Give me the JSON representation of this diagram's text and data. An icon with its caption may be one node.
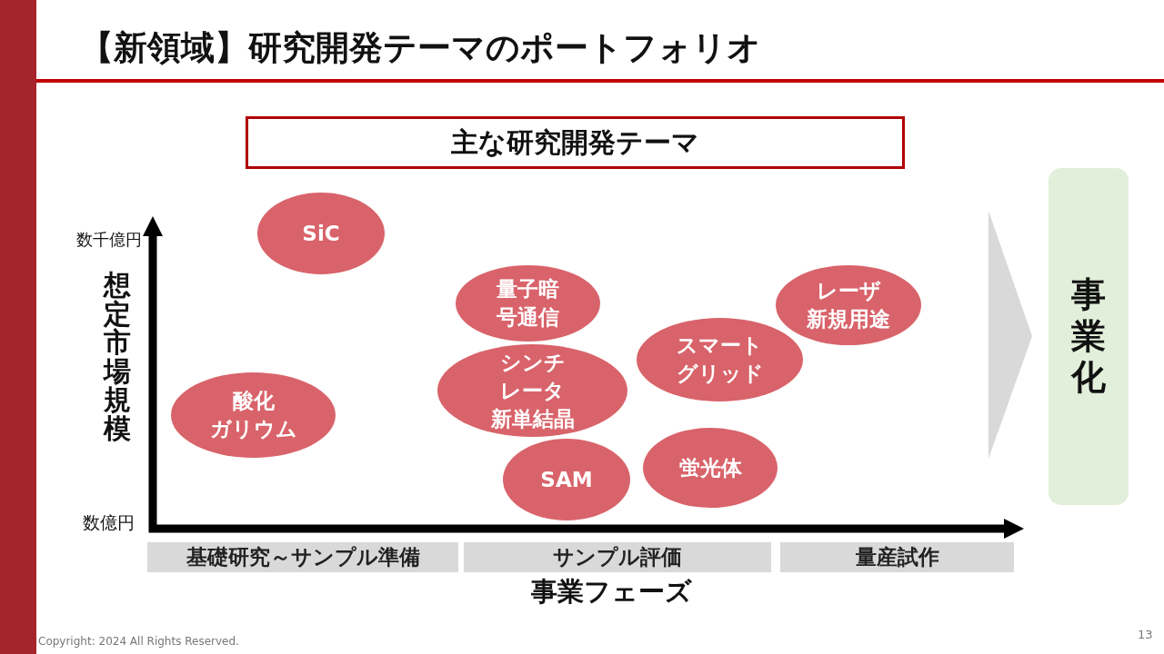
{
  "diagram": {
    "title": "【新領域】研究開発テーマのポートフォリオ",
    "nodes": [
      {
        "text": [
          "主な研究開発テーマ"
        ]
      },
      {
        "text": [
          "SiC"
        ]
      },
      {
        "text": [
          "量子暗号通信"
        ]
      },
      {
        "text": [
          "レーザ新規用途"
        ]
      },
      {
        "text": [
          "スマートグリッド"
        ]
      },
      {
        "text": [
          "シンチレータ新単結晶"
        ]
      },
      {
        "text": [
          "酸化ガリウム"
        ]
      },
      {
        "text": [
          "SAM"
        ]
      },
      {
        "text": [
          "蛍光体"
        ]
      },
      {
        "text": [
          "基礎研究～サンプル準備"
        ]
      },
      {
        "text": [
          "サンプル評価"
        ]
      },
      {
        "text": [
          "量産試作"
        ]
      },
      {
        "text": [
          "事業化"
        ]
      }
    ],
    "edges": [
      {
        "from": null,
        "to": 12,
        "arrow": "to"
      }
    ],
    "labels": [
      "数千億円",
      "想定市場規模",
      "数億円",
      "事業フェーズ",
      "Copyright: 2024 All Rights Reserved.",
      "13"
    ]
  }
}
